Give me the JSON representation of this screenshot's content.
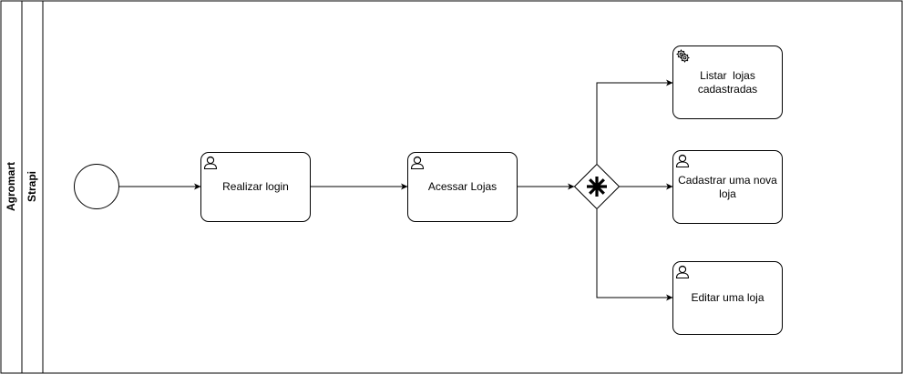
{
  "pool": {
    "label": "Agromart"
  },
  "lane": {
    "label": "Strapi"
  },
  "start_event": {
    "type": "start"
  },
  "tasks": [
    {
      "id": "realizar-login",
      "label": "Realizar login",
      "icon": "user-icon"
    },
    {
      "id": "acessar-lojas",
      "label": "Acessar Lojas",
      "icon": "user-icon"
    },
    {
      "id": "listar-lojas",
      "label": "Listar  lojas cadastradas",
      "icon": "gear-icon"
    },
    {
      "id": "cadastrar-loja",
      "label": "Cadastrar uma nova loja",
      "icon": "user-icon"
    },
    {
      "id": "editar-loja",
      "label": "Editar uma loja",
      "icon": "user-icon"
    }
  ],
  "gateway": {
    "type": "complex",
    "icon": "asterisk-icon"
  },
  "colors": {
    "stroke": "#000000",
    "fill": "#ffffff"
  }
}
